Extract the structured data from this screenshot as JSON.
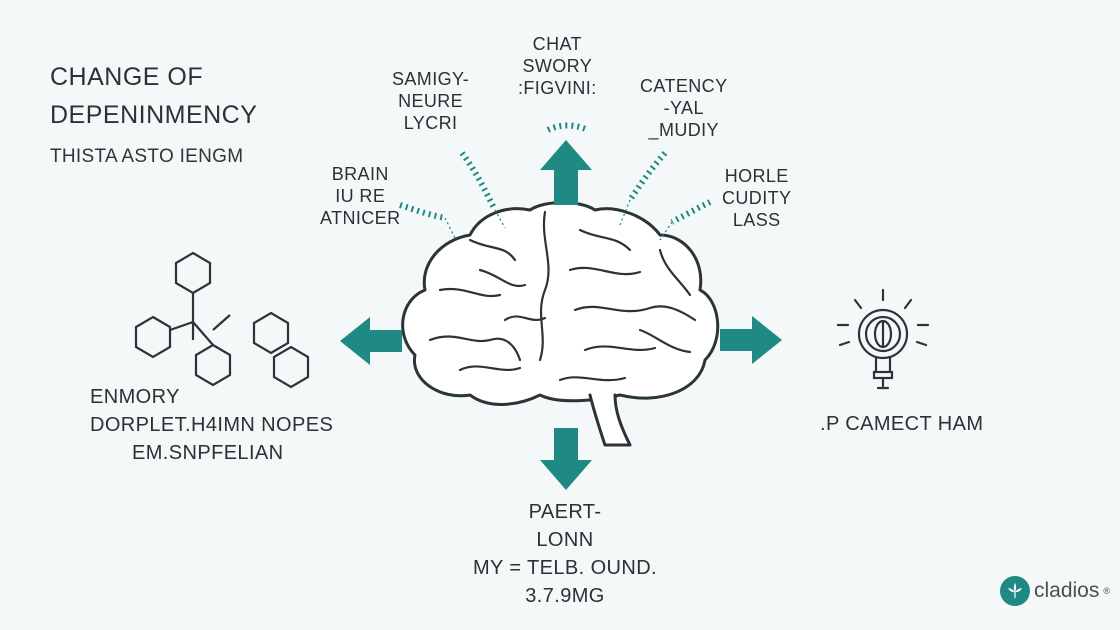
{
  "header": {
    "title_line1": "CHANGE OF",
    "title_line2": "DEPENINMENCY",
    "subtitle": "THISTA ASTO IENGM"
  },
  "labels": {
    "top_left": [
      "SAMIGY-",
      "NEURE",
      "LYCRI"
    ],
    "top_center": [
      "CHAT",
      "SWORY",
      ":FIGVINI:"
    ],
    "top_right": [
      "CATENCY",
      "-YAL",
      "_MUDIY"
    ],
    "mid_left": [
      "BRAIN",
      "IU RE",
      "ATNICER"
    ],
    "mid_right": [
      "HORLE",
      "CUDITY",
      "LASS"
    ],
    "left": [
      "ENMORY",
      "DORPLET.H4IMN NOPES",
      "EM.SNPFELIAN"
    ],
    "right": [
      ".P CAMECT HAM"
    ],
    "bottom": [
      "PAERT-",
      "LONN",
      "MY = TELB. OUND.",
      "3.7.9MG"
    ]
  },
  "colors": {
    "accent": "#1f8a84",
    "line": "#2b3436",
    "brain_fill": "#ffffff",
    "background": "#f4f8f8"
  },
  "icons": [
    "brain-icon",
    "molecule-icon",
    "lightbulb-icon",
    "arrow-up-icon",
    "arrow-down-icon",
    "arrow-left-icon",
    "arrow-right-icon",
    "logo-leaf-icon"
  ],
  "logo": {
    "text": "cladios",
    "mark": "®"
  }
}
